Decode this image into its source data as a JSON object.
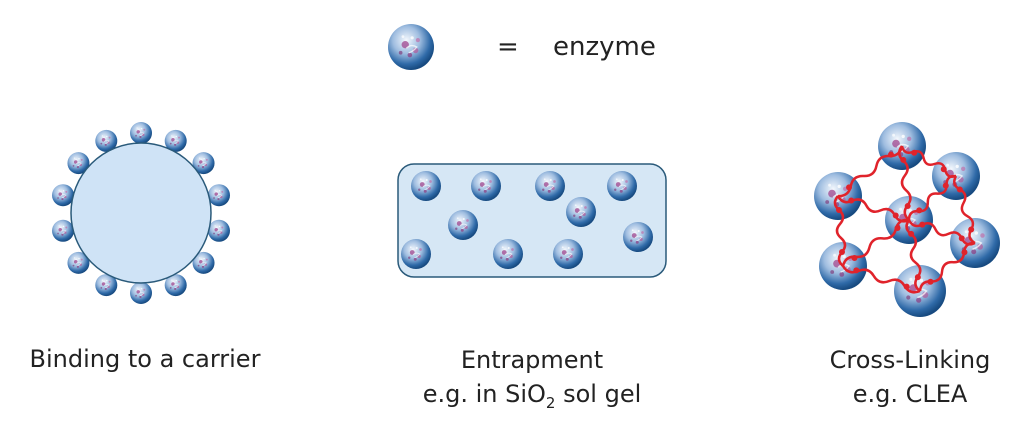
{
  "legend": {
    "equals": "=",
    "term": "enzyme"
  },
  "methods": {
    "binding": {
      "title": "Binding to a carrier"
    },
    "entrapment": {
      "title": "Entrapment",
      "sub_prefix": "e.g. in SiO",
      "sub_subscript": "2",
      "sub_suffix": " sol gel"
    },
    "crosslinking": {
      "title": "Cross-Linking",
      "sub": "e.g. CLEA"
    }
  },
  "colors": {
    "enzyme_dark": "#1f5f9e",
    "enzyme_light": "#e8f0fa",
    "enzyme_spot": "#a0458e",
    "carrier_fill": "#cfe3f6",
    "carrier_stroke": "#2a5a7a",
    "gel_fill": "#d6e7f5",
    "linker": "#e0232b"
  }
}
